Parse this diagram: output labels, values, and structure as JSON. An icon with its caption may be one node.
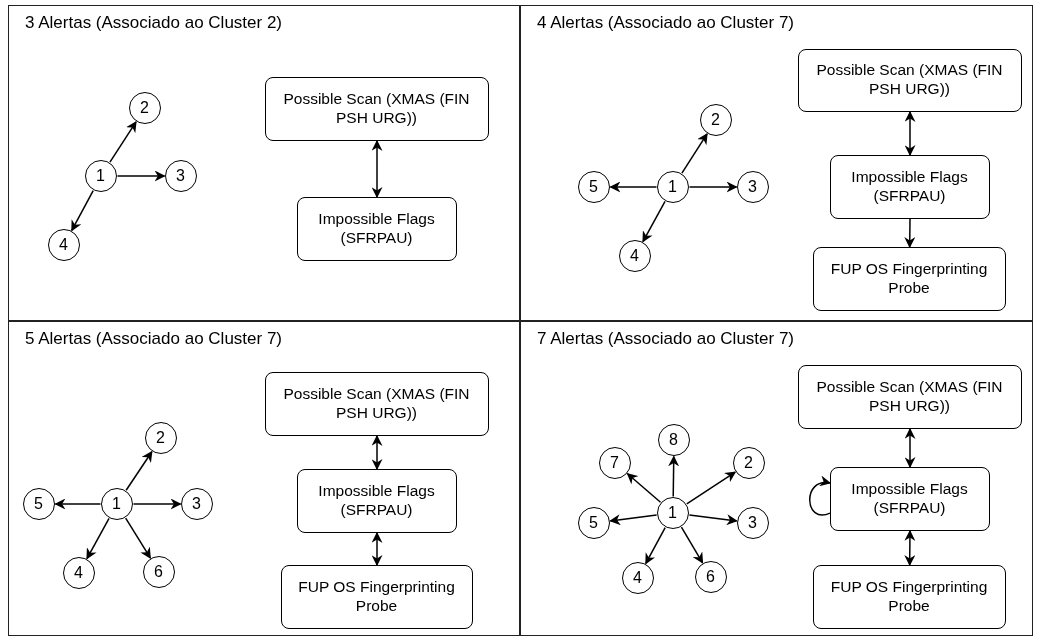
{
  "diagram": {
    "nodes": [
      {
        "text": [
          "3 Alertas (Associado ao Cluster 2)"
        ]
      },
      {
        "text": [
          "1"
        ],
        "in": 0
      },
      {
        "text": [
          "2"
        ],
        "in": 0
      },
      {
        "text": [
          "3"
        ],
        "in": 0
      },
      {
        "text": [
          "4"
        ],
        "in": 0
      },
      {
        "text": [
          "Possible Scan (XMAS (FIN PSH URG))"
        ],
        "in": 0
      },
      {
        "text": [
          "Impossible Flags (SFRPAU)"
        ],
        "in": 0
      },
      {
        "text": [
          "4 Alertas (Associado ao Cluster 7)"
        ]
      },
      {
        "text": [
          "1"
        ],
        "in": 7
      },
      {
        "text": [
          "2"
        ],
        "in": 7
      },
      {
        "text": [
          "3"
        ],
        "in": 7
      },
      {
        "text": [
          "4"
        ],
        "in": 7
      },
      {
        "text": [
          "5"
        ],
        "in": 7
      },
      {
        "text": [
          "Possible Scan (XMAS (FIN PSH URG))"
        ],
        "in": 7
      },
      {
        "text": [
          "Impossible Flags (SFRPAU)"
        ],
        "in": 7
      },
      {
        "text": [
          "FUP OS Fingerprinting Probe"
        ],
        "in": 7
      },
      {
        "text": [
          "5 Alertas (Associado ao Cluster 7)"
        ]
      },
      {
        "text": [
          "1"
        ],
        "in": 16
      },
      {
        "text": [
          "2"
        ],
        "in": 16
      },
      {
        "text": [
          "3"
        ],
        "in": 16
      },
      {
        "text": [
          "4"
        ],
        "in": 16
      },
      {
        "text": [
          "5"
        ],
        "in": 16
      },
      {
        "text": [
          "6"
        ],
        "in": 16
      },
      {
        "text": [
          "Possible Scan (XMAS (FIN PSH URG))"
        ],
        "in": 16
      },
      {
        "text": [
          "Impossible Flags (SFRPAU)"
        ],
        "in": 16
      },
      {
        "text": [
          "FUP OS Fingerprinting Probe"
        ],
        "in": 16
      },
      {
        "text": [
          "7 Alertas (Associado ao Cluster 7)"
        ]
      },
      {
        "text": [
          "1"
        ],
        "in": 26
      },
      {
        "text": [
          "2"
        ],
        "in": 26
      },
      {
        "text": [
          "3"
        ],
        "in": 26
      },
      {
        "text": [
          "4"
        ],
        "in": 26
      },
      {
        "text": [
          "5"
        ],
        "in": 26
      },
      {
        "text": [
          "6"
        ],
        "in": 26
      },
      {
        "text": [
          "7"
        ],
        "in": 26
      },
      {
        "text": [
          "8"
        ],
        "in": 26
      },
      {
        "text": [
          "Possible Scan (XMAS (FIN PSH URG))"
        ],
        "in": 26
      },
      {
        "text": [
          "Impossible Flags (SFRPAU)"
        ],
        "in": 26
      },
      {
        "text": [
          "FUP OS Fingerprinting Probe"
        ],
        "in": 26
      }
    ],
    "edges": [
      {
        "from": 1,
        "to": 2,
        "arrow": "to"
      },
      {
        "from": 1,
        "to": 3,
        "arrow": "to"
      },
      {
        "from": 1,
        "to": 4,
        "arrow": "to"
      },
      {
        "from": 5,
        "to": 6,
        "arrow": "both"
      },
      {
        "from": 8,
        "to": 9,
        "arrow": "to"
      },
      {
        "from": 8,
        "to": 10,
        "arrow": "to"
      },
      {
        "from": 8,
        "to": 11,
        "arrow": "to"
      },
      {
        "from": 8,
        "to": 12,
        "arrow": "to"
      },
      {
        "from": 13,
        "to": 14,
        "arrow": "both"
      },
      {
        "from": 14,
        "to": 15,
        "arrow": "to"
      },
      {
        "from": 17,
        "to": 18,
        "arrow": "to"
      },
      {
        "from": 17,
        "to": 19,
        "arrow": "to"
      },
      {
        "from": 17,
        "to": 20,
        "arrow": "to"
      },
      {
        "from": 17,
        "to": 21,
        "arrow": "to"
      },
      {
        "from": 17,
        "to": 22,
        "arrow": "to"
      },
      {
        "from": 23,
        "to": 24,
        "arrow": "both"
      },
      {
        "from": 24,
        "to": 25,
        "arrow": "both"
      },
      {
        "from": 27,
        "to": 28,
        "arrow": "to"
      },
      {
        "from": 27,
        "to": 29,
        "arrow": "to"
      },
      {
        "from": 27,
        "to": 30,
        "arrow": "to"
      },
      {
        "from": 27,
        "to": 31,
        "arrow": "to"
      },
      {
        "from": 27,
        "to": 32,
        "arrow": "to"
      },
      {
        "from": 27,
        "to": 33,
        "arrow": "to"
      },
      {
        "from": 27,
        "to": 34,
        "arrow": "to"
      },
      {
        "from": 35,
        "to": 36,
        "arrow": "both"
      },
      {
        "from": 36,
        "to": 36,
        "arrow": "to"
      },
      {
        "from": 36,
        "to": 37,
        "arrow": "both"
      }
    ]
  }
}
